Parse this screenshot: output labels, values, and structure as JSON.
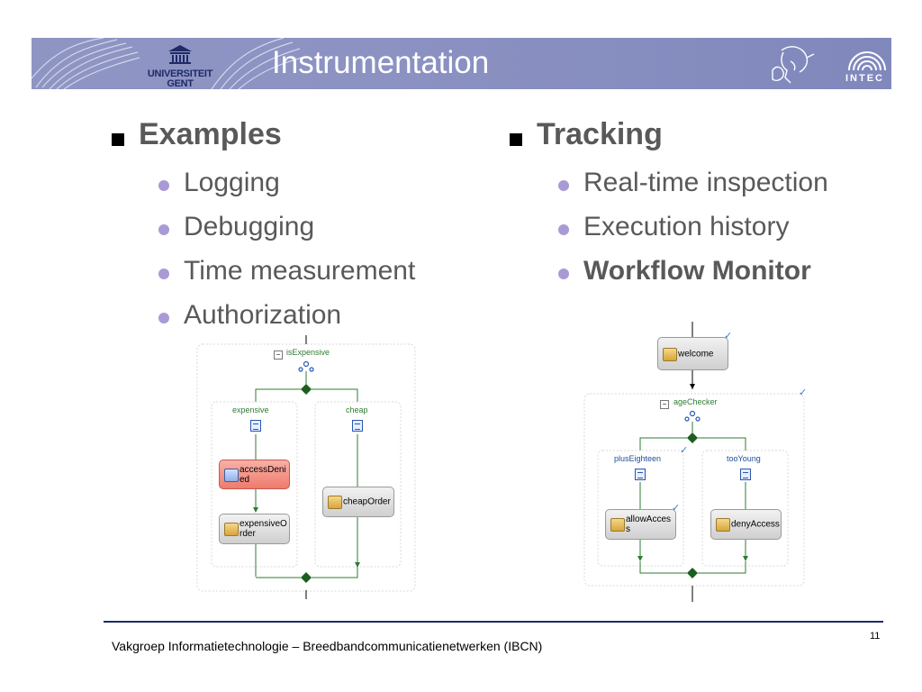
{
  "header": {
    "title": "Instrumentation",
    "university_logo_text": [
      "UNIVERSITEIT",
      "GENT"
    ],
    "intec_logo_text": "INTEC"
  },
  "left_column": {
    "heading": "Examples",
    "items": [
      "Logging",
      "Debugging",
      "Time measurement",
      "Authorization"
    ]
  },
  "right_column": {
    "heading": "Tracking",
    "items": [
      "Real-time inspection",
      "Execution history",
      "Workflow Monitor"
    ]
  },
  "workflow_left": {
    "container_label": "isExpensive",
    "branch_left_label": "expensive",
    "branch_right_label": "cheap",
    "activity_access_denied": "accessDenied",
    "activity_access_denied_lines": [
      "accessDeni",
      "ed"
    ],
    "activity_expensive_order_lines": [
      "expensiveO",
      "rder"
    ],
    "activity_cheap_order": "cheapOrder"
  },
  "workflow_right": {
    "activity_welcome": "welcome",
    "container_label": "ageChecker",
    "branch_left_label": "plusEighteen",
    "branch_right_label": "tooYoung",
    "activity_allow_access_lines": [
      "allowAcces",
      "s"
    ],
    "activity_deny_access": "denyAccess"
  },
  "footer": {
    "text": "Vakgroep Informatietechnologie – Breedbandcommunicatienetwerken (IBCN)",
    "page_number": "11"
  },
  "colors": {
    "banner": "#8c92c2",
    "bullet": "#a99ad6",
    "heading_text": "#595959",
    "error_activity": "#ee7b6d",
    "flow_line": "#2e7d32"
  }
}
